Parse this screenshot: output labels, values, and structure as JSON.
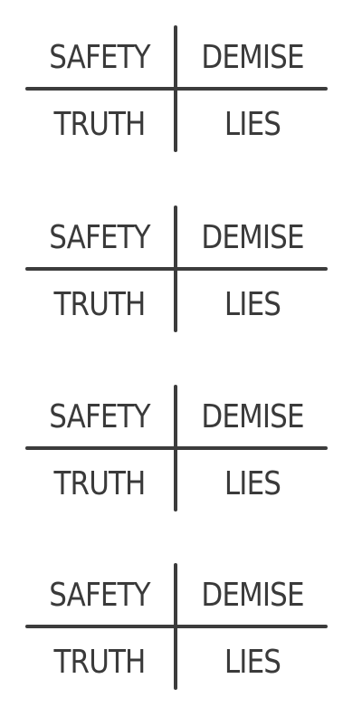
{
  "colors": {
    "background": "#ffffff",
    "ink": "#3a3a3a"
  },
  "grids": [
    {
      "top_left": "SAFETY",
      "top_right": "DEMISE",
      "bottom_left": "TRUTH",
      "bottom_right": "LIES"
    },
    {
      "top_left": "SAFETY",
      "top_right": "DEMISE",
      "bottom_left": "TRUTH",
      "bottom_right": "LIES"
    },
    {
      "top_left": "SAFETY",
      "top_right": "DEMISE",
      "bottom_left": "TRUTH",
      "bottom_right": "LIES"
    },
    {
      "top_left": "SAFETY",
      "top_right": "DEMISE",
      "bottom_left": "TRUTH",
      "bottom_right": "LIES"
    }
  ]
}
